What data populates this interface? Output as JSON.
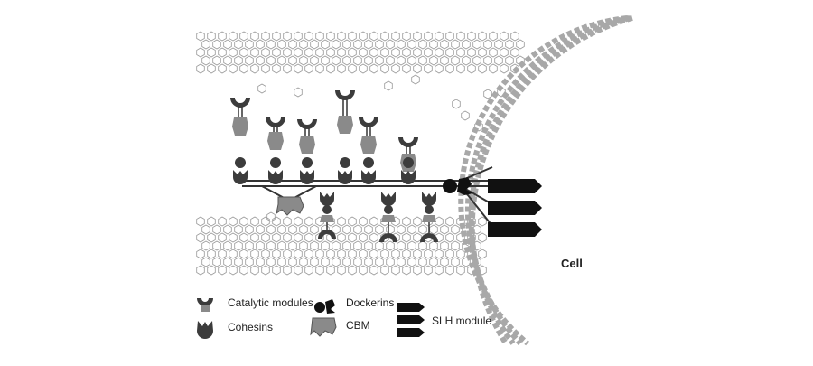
{
  "diagram": {
    "cell_label": "Cell",
    "legend": [
      {
        "key": "catalytic",
        "label": "Catalytic modules",
        "icon": "catalytic-module-icon"
      },
      {
        "key": "dockerins",
        "label": "Dockerins",
        "icon": "dockerin-icon"
      },
      {
        "key": "cohesins",
        "label": "Cohesins",
        "icon": "cohesin-icon"
      },
      {
        "key": "cbm",
        "label": "CBM",
        "icon": "cbm-icon"
      },
      {
        "key": "slh",
        "label": "SLH module",
        "icon": "slh-module-icon"
      }
    ],
    "colors": {
      "dark": "#3c3c3c",
      "mid": "#8a8a8a",
      "light": "#b4b4b4",
      "black": "#111111",
      "fiber": "#9a9a9a"
    }
  }
}
